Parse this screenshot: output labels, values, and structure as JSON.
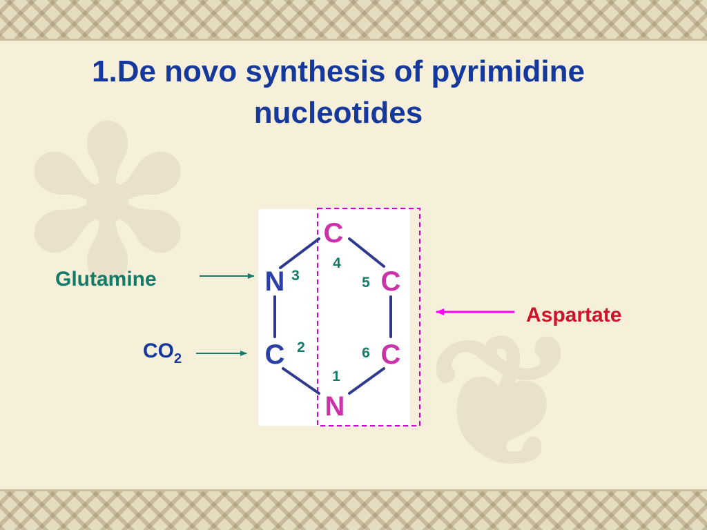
{
  "slide": {
    "title_line1": "1.De novo synthesis of pyrimidine",
    "title_line2": "nucleotides"
  },
  "ring_atoms": [
    {
      "symbol": "C",
      "number": "4",
      "color": "#cc33aa"
    },
    {
      "symbol": "N",
      "number": "3",
      "color": "#2a3fa8"
    },
    {
      "symbol": "C",
      "number": "5",
      "color": "#cc33aa"
    },
    {
      "symbol": "C",
      "number": "2",
      "color": "#2a3fa8"
    },
    {
      "symbol": "C",
      "number": "6",
      "color": "#cc33aa"
    },
    {
      "symbol": "N",
      "number": "1",
      "color": "#cc33aa"
    }
  ],
  "sources": {
    "glutamine": "Glutamine",
    "co2_main": "CO",
    "co2_sub": "2",
    "aspartate": "Aspartate"
  },
  "colors": {
    "title": "#14389c",
    "glutamine": "#137a6a",
    "co2": "#14389c",
    "aspartate": "#d0112b",
    "aspartate_arrow": "#ff00ff",
    "number": "#137a6a",
    "bond": "#2f3a8f",
    "dashed_box": "#cc00cc"
  }
}
